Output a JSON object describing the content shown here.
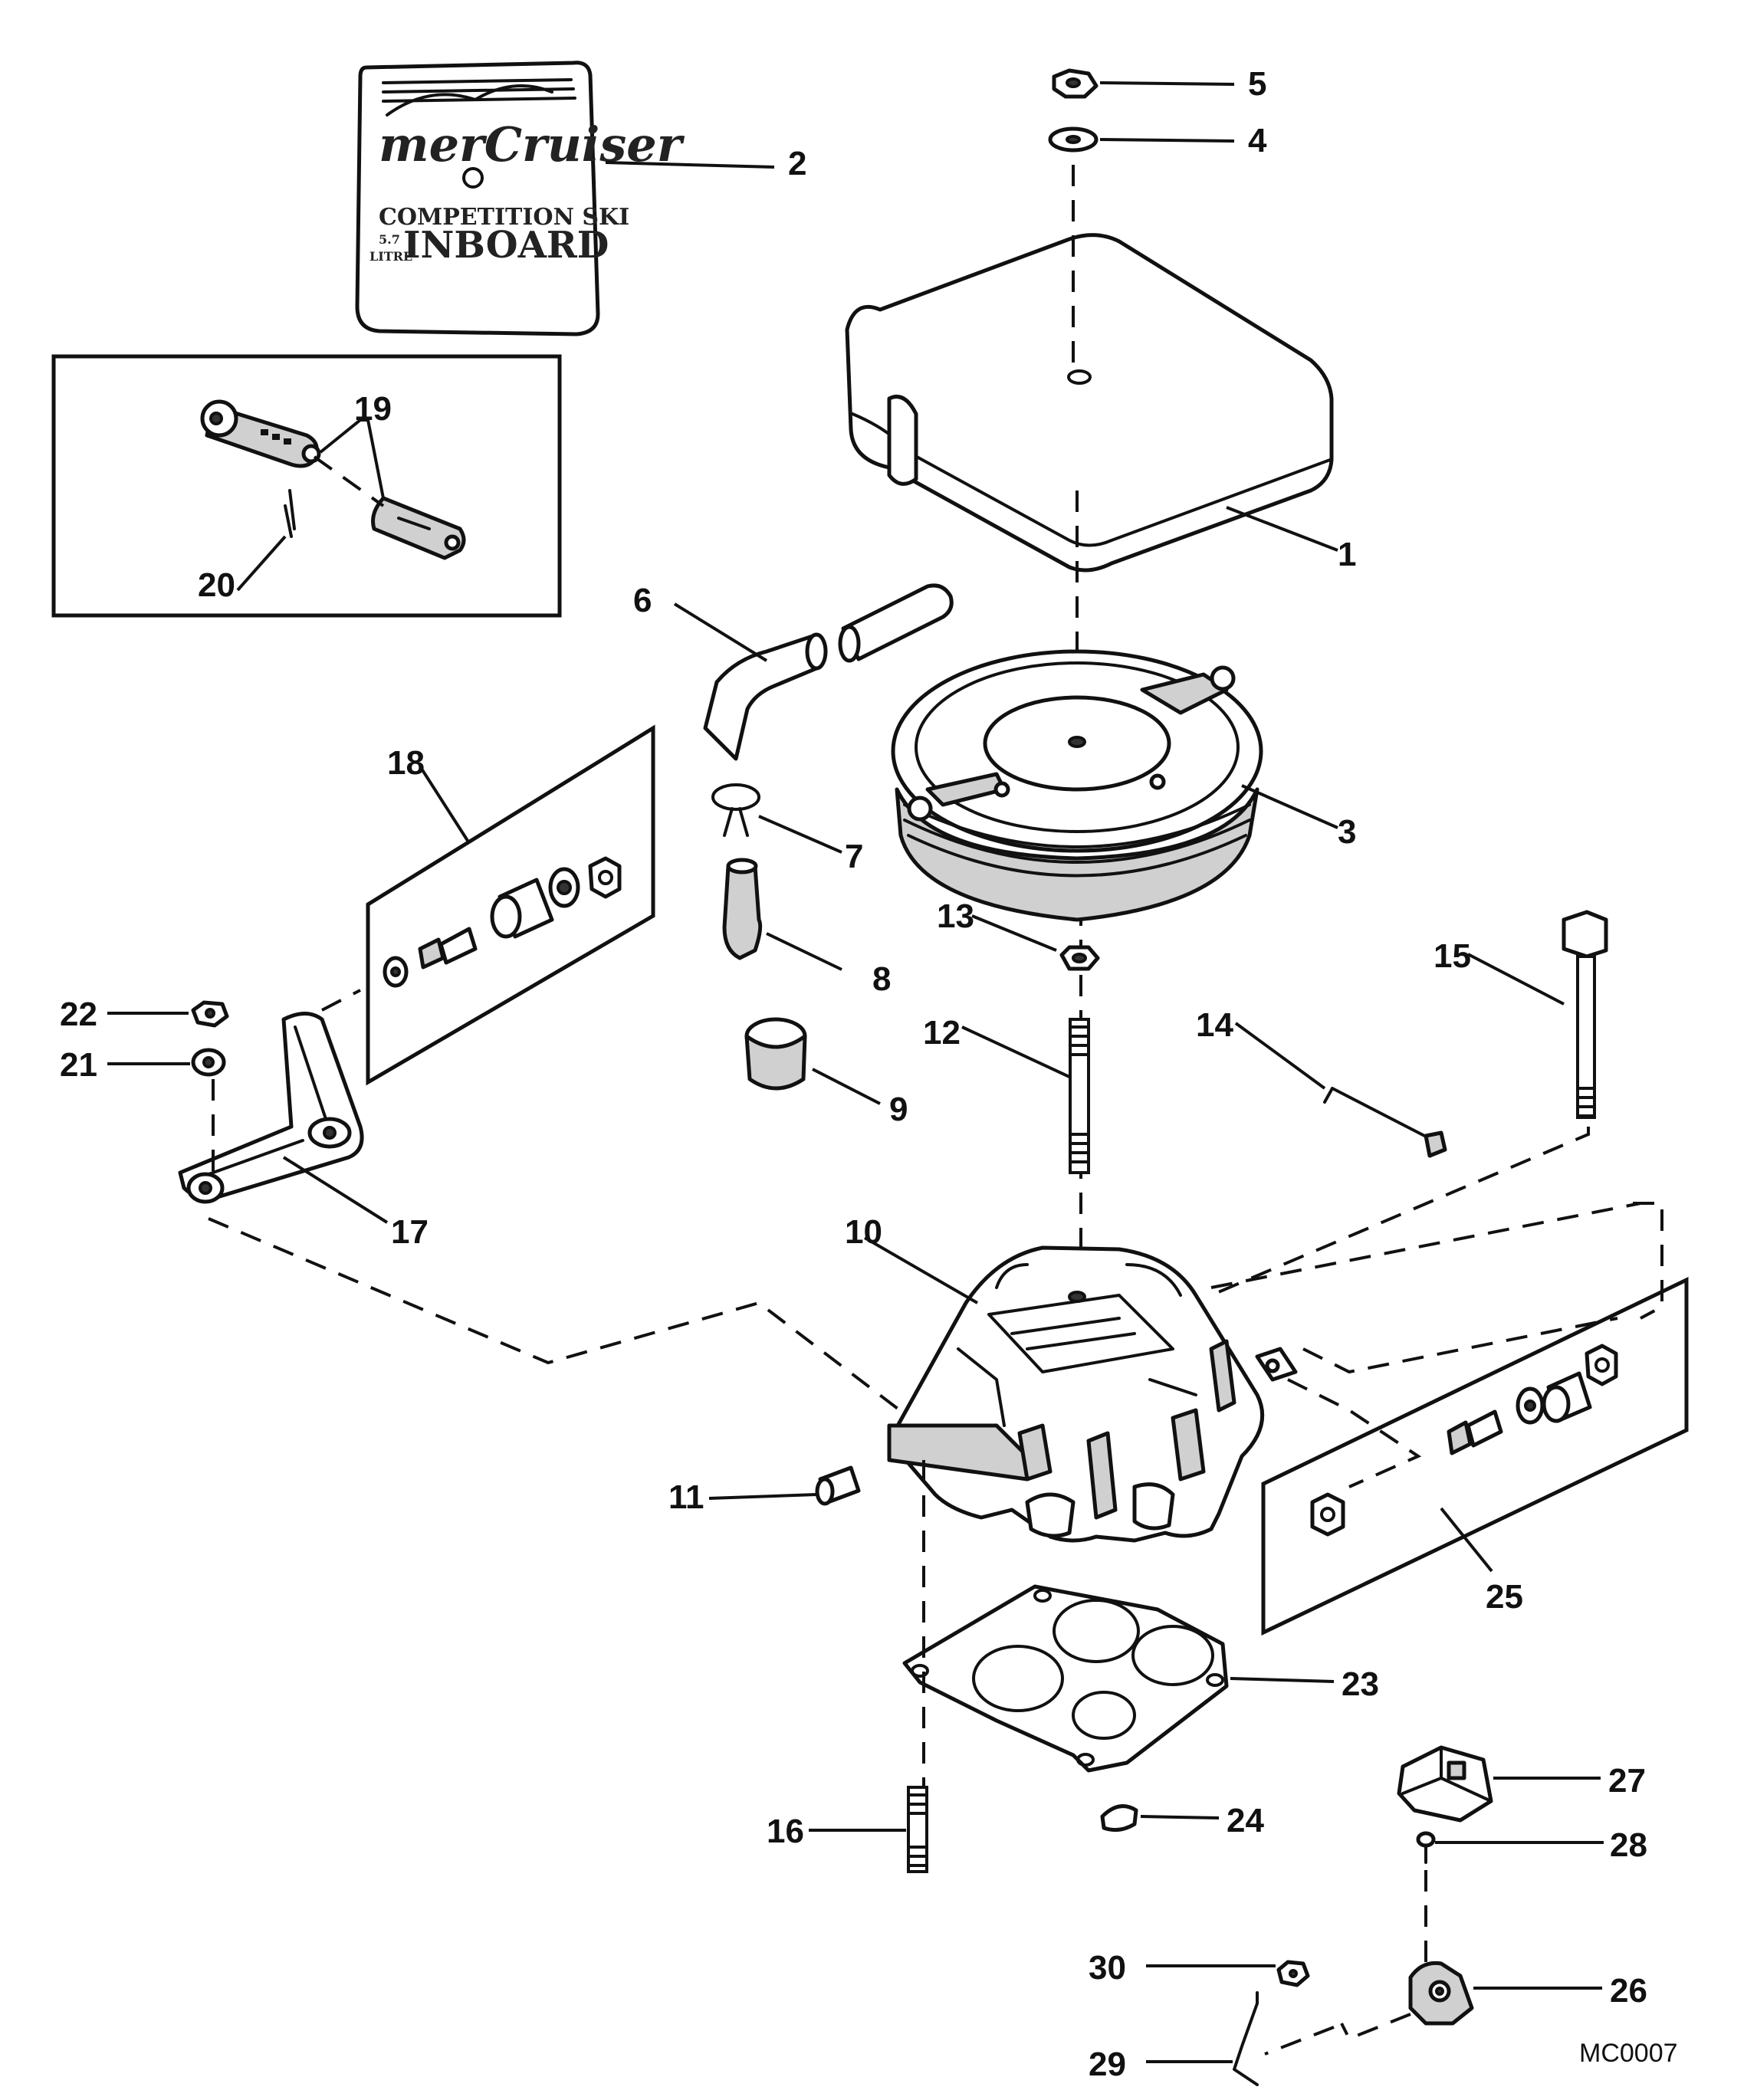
{
  "callouts": {
    "c1": "1",
    "c2": "2",
    "c3": "3",
    "c4": "4",
    "c5": "5",
    "c6": "6",
    "c7": "7",
    "c8": "8",
    "c9": "9",
    "c10": "10",
    "c11": "11",
    "c12": "12",
    "c13": "13",
    "c14": "14",
    "c15": "15",
    "c16": "16",
    "c17": "17",
    "c18": "18",
    "c19": "19",
    "c20": "20",
    "c21": "21",
    "c22": "22",
    "c23": "23",
    "c24": "24",
    "c25": "25",
    "c26": "26",
    "c27": "27",
    "c28": "28",
    "c29": "29",
    "c30": "30"
  },
  "decal": {
    "brand": "merCruiser",
    "line1": "COMPETITION SKI",
    "size_top": "5.7",
    "size_bottom": "LITRE",
    "line2": "INBOARD"
  },
  "diagram_code": "MC0007"
}
